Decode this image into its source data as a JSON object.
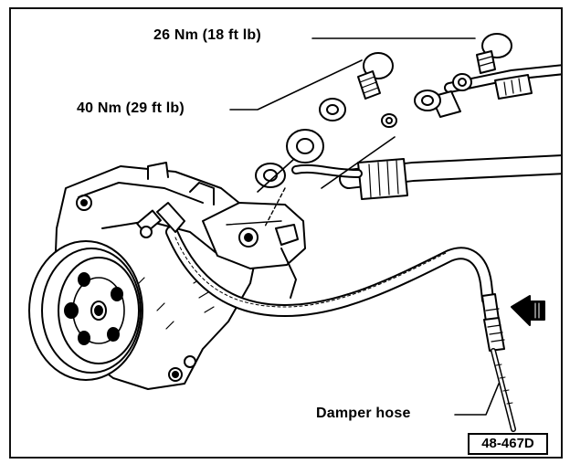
{
  "labels": {
    "torque_upper": "26 Nm (18 ft lb)",
    "torque_lower": "40 Nm (29 ft lb)",
    "damper_hose": "Damper hose"
  },
  "figure_id": "48-467D",
  "colors": {
    "ink": "#000000",
    "paper": "#ffffff"
  }
}
